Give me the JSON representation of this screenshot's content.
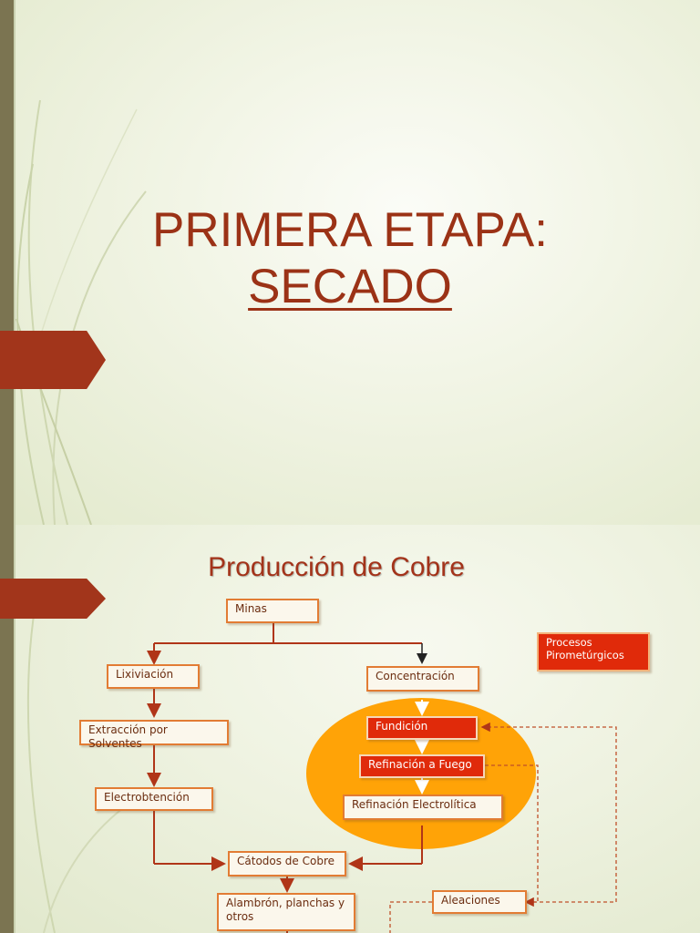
{
  "slide1": {
    "title_line1": "PRIMERA ETAPA:",
    "title_line2": "SECADO"
  },
  "slide2": {
    "title": "Producción de Cobre",
    "nodes": {
      "minas": "Minas",
      "lixiviacion": "Lixiviación",
      "extraccion": "Extracción por Solventes",
      "electrobtencion": "Electrobtención",
      "catodos": "Cátodos de Cobre",
      "alambron": "Alambrón, planchas y otros",
      "concentracion": "Concentración",
      "fundicion": "Fundición",
      "refinacion_fuego": "Refinación a Fuego",
      "refinacion_electrolitica": "Refinación Electrolítica",
      "aleaciones": "Aleaciones"
    },
    "legend": "Procesos Pirometúrgicos"
  },
  "colors": {
    "title": "#9b3216",
    "accent_tab": "#a2351b",
    "box_border": "#e27c34",
    "box_red": "#e02a0a",
    "oval": "#ffa307",
    "arrow": "#b03518"
  }
}
